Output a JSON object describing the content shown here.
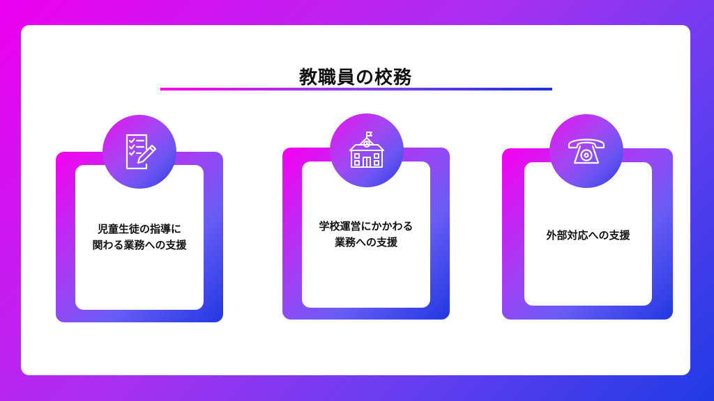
{
  "title": "教職員の校務",
  "cards": [
    {
      "text": "児童生徒の指導に\n関わる業務への支援",
      "icon": "checklist-pencil-icon"
    },
    {
      "text": "学校運営にかかわる\n業務への支援",
      "icon": "school-building-icon"
    },
    {
      "text": "外部対応への支援",
      "icon": "telephone-icon"
    }
  ],
  "colors": {
    "gradient_start": "#f200f0",
    "gradient_mid": "#8a45f5",
    "gradient_end": "#1f3be6",
    "panel": "#ffffff",
    "text": "#111111"
  }
}
